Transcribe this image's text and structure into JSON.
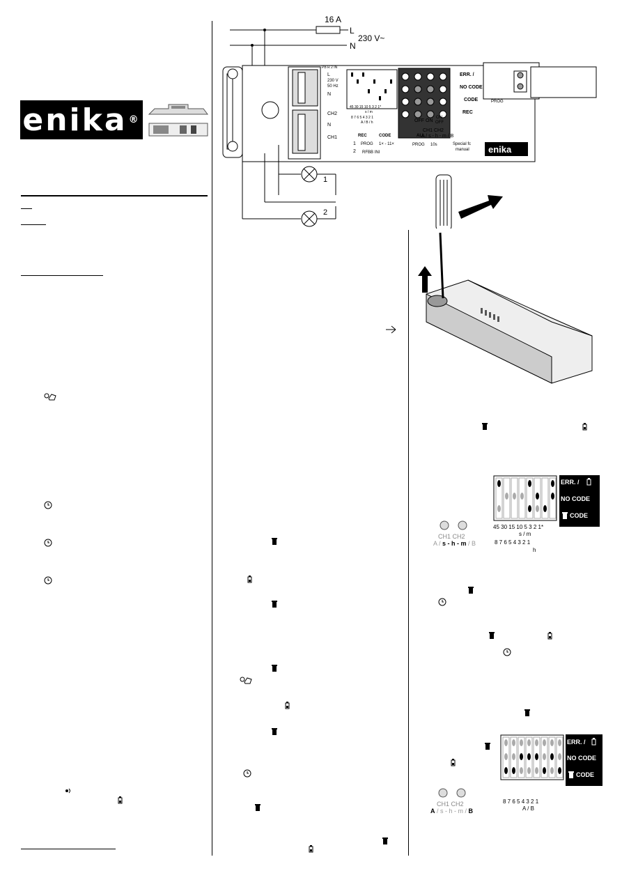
{
  "document": {
    "brand": "enika",
    "brand_mark": "®",
    "fuse_label": "16 A",
    "line_label": "L",
    "neutral_label": "N",
    "voltage_label": "230 V~",
    "lamp1_label": "1",
    "lamp2_label": "2"
  },
  "module": {
    "pcb_label": "PB R 2 IN",
    "term_L": "L",
    "term_N1": "N",
    "term_N2": "N",
    "rating_line1": "230 V",
    "rating_line2": "50 Hz",
    "ch2_label": "CH2",
    "ch1_label": "CH1",
    "dip_top_row": "45 30 15 10  5   3   2   1*",
    "dip_top_unit": "s / m",
    "dip_bottom_row": "8  7  6  5  4  3  2  1",
    "dip_bottom_unit": "A / B / h",
    "led_err": "ERR. /",
    "led_nocode": "NO CODE",
    "led_code": "CODE",
    "led_rec": "REC",
    "btn_off": "OFF",
    "btn_on": "ON",
    "btn_onoff_1": "ON",
    "btn_onoff_2": "OFF",
    "ch_row": "CH1  CH2",
    "ch_modes": "A / s - h - m / B",
    "rec_label": "REC",
    "code_label": "CODE",
    "all_label": "ALL",
    "step1": "1",
    "step2": "2",
    "prog_label": "PROG",
    "prog_pulse": "1× - 11×",
    "rfbb_label": "RFBB INI",
    "prog2_label": "PROG",
    "prog2_time": "10s",
    "special_label": "Special fc",
    "manual_label": "manual",
    "prog_right": "PROG",
    "module_brand": "enika"
  },
  "figure1": {
    "err": "ERR. /",
    "nocode": "NO CODE",
    "code": "CODE",
    "ch": "CH1  CH2",
    "modes_a": "A /",
    "modes_s": " s - h - m ",
    "modes_b": "/ B",
    "top_row": "45 30 15 10  5   3   2   1*",
    "top_unit": "s / m",
    "bottom_row": "8  7  6  5  4  3  2  1",
    "bottom_unit": "h"
  },
  "figure2": {
    "err": "ERR. /",
    "nocode": "NO CODE",
    "code": "CODE",
    "ch": "CH1  CH2",
    "modes_a": "A",
    "modes_mid": " / s - h - m / ",
    "modes_b": "B",
    "bottom_row": "8  7  6  5  4  3  2  1",
    "bottom_unit": "A / B"
  },
  "icons": {
    "trash": "trash-icon",
    "battery": "battery-icon",
    "clock": "clock-icon",
    "hand": "hand-icon",
    "radio": "radio-icon",
    "antenna": "antenna-icon",
    "screwdriver": "screwdriver-icon",
    "arrow": "arrow-icon"
  }
}
